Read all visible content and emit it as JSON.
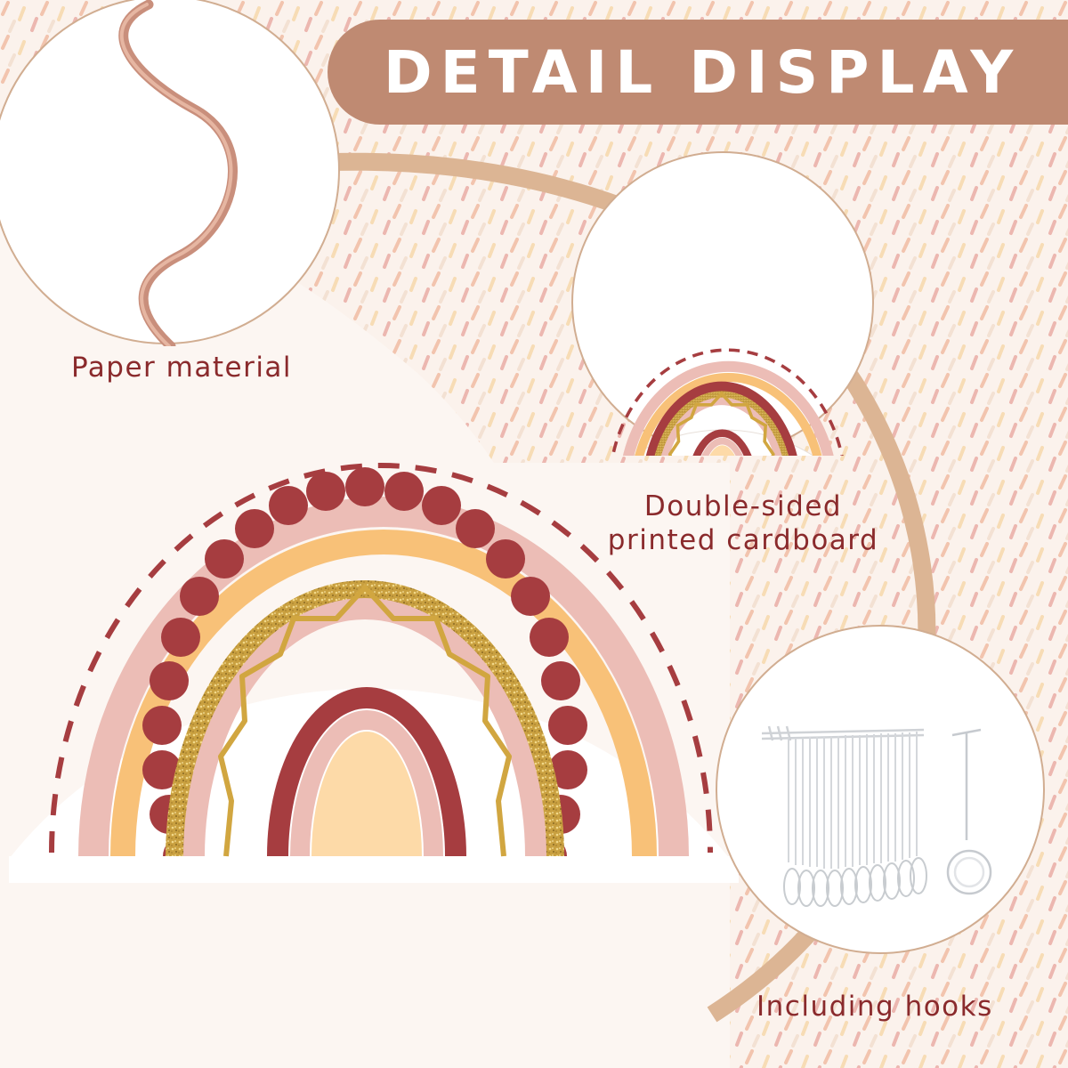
{
  "title": "DETAIL DISPLAY",
  "features": [
    {
      "label": "Paper material",
      "icon": "curled-paper-strip-icon"
    },
    {
      "label_line1": "Double-sided",
      "label_line2": "printed cardboard",
      "icon": "boho-rainbow-cardboard-icon"
    },
    {
      "label": "Including hooks",
      "icon": "plastic-hooks-icon"
    }
  ],
  "main_image": "boho-rainbow-cutout",
  "colors": {
    "background": "#fbf2ec",
    "banner": "#bf8a72",
    "connector_arc": "#dcb594",
    "label_text": "#8a2a2c",
    "rainbow_maroon": "#a63d40",
    "rainbow_pink": "#ecbdb6",
    "rainbow_orange": "#f8c178",
    "rainbow_gold": "#c9a040",
    "rainbow_cream": "#fddaa8"
  }
}
